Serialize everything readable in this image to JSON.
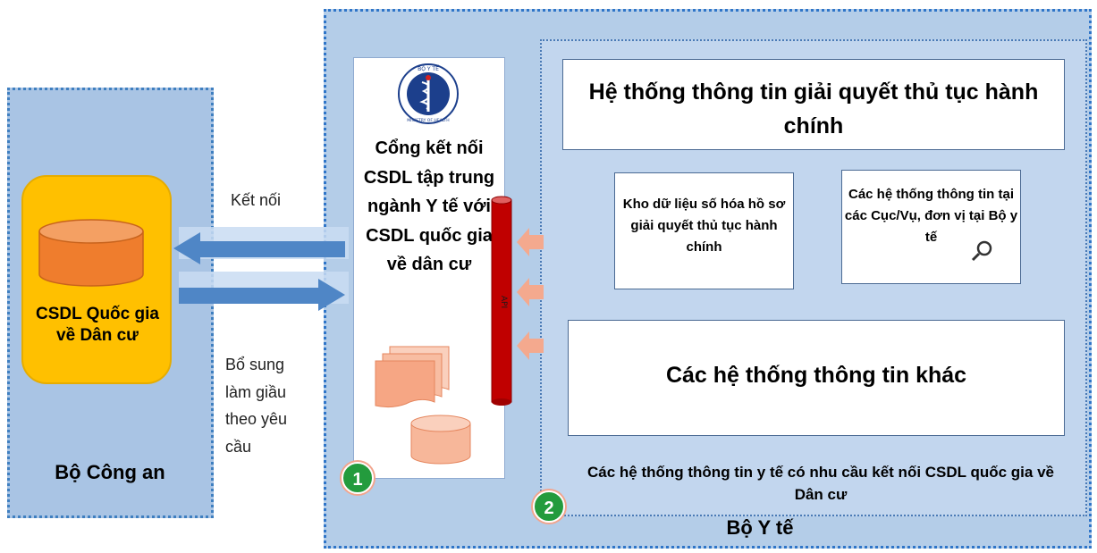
{
  "left_panel": {
    "title": "Bộ Công an",
    "database_label": "CSDL Quốc gia về Dân cư"
  },
  "connections": {
    "connect_label": "Kết nối",
    "enrich_label": "Bổ sung làm giầu theo yêu cầu"
  },
  "gateway": {
    "title": "Cổng kết nối CSDL tập trung ngành Y tế với CSDL quốc gia về dân cư",
    "logo_top_text": "BỘ Y TẾ",
    "logo_bottom_text": "MINISTRY OF HEALTH",
    "api_label": "API",
    "badge": "1"
  },
  "right_panel": {
    "title": "Bộ Y tế",
    "badge": "2",
    "box_admin_procedures": "Hệ thống thông tin giải quyết thủ tục hành chính",
    "box_digitized_store": "Kho dữ liệu số hóa hồ sơ giải quyết thủ tục hành chính",
    "box_department_systems": "Các hệ thống thông tin tại các Cục/Vụ, đơn vị tại Bộ y tế",
    "box_other_systems": "Các hệ thống thông tin khác",
    "footer_note": "Các hệ thống thông tin y tế có nhu cầu kết nối CSDL quốc gia về Dân cư"
  },
  "colors": {
    "left_panel_bg": "#a9c4e4",
    "right_panel_bg": "#b4cde8",
    "database_box": "#ffc000",
    "cylinder": "#f08030",
    "arrow_blue": "#4f86c6",
    "api_bar": "#c00000",
    "salmon_arrow": "#f4a98e",
    "badge_green": "#239b3d"
  },
  "icons": [
    "database-cylinder-icon",
    "health-ministry-logo",
    "document-stack-icon",
    "magnifier-icon"
  ]
}
